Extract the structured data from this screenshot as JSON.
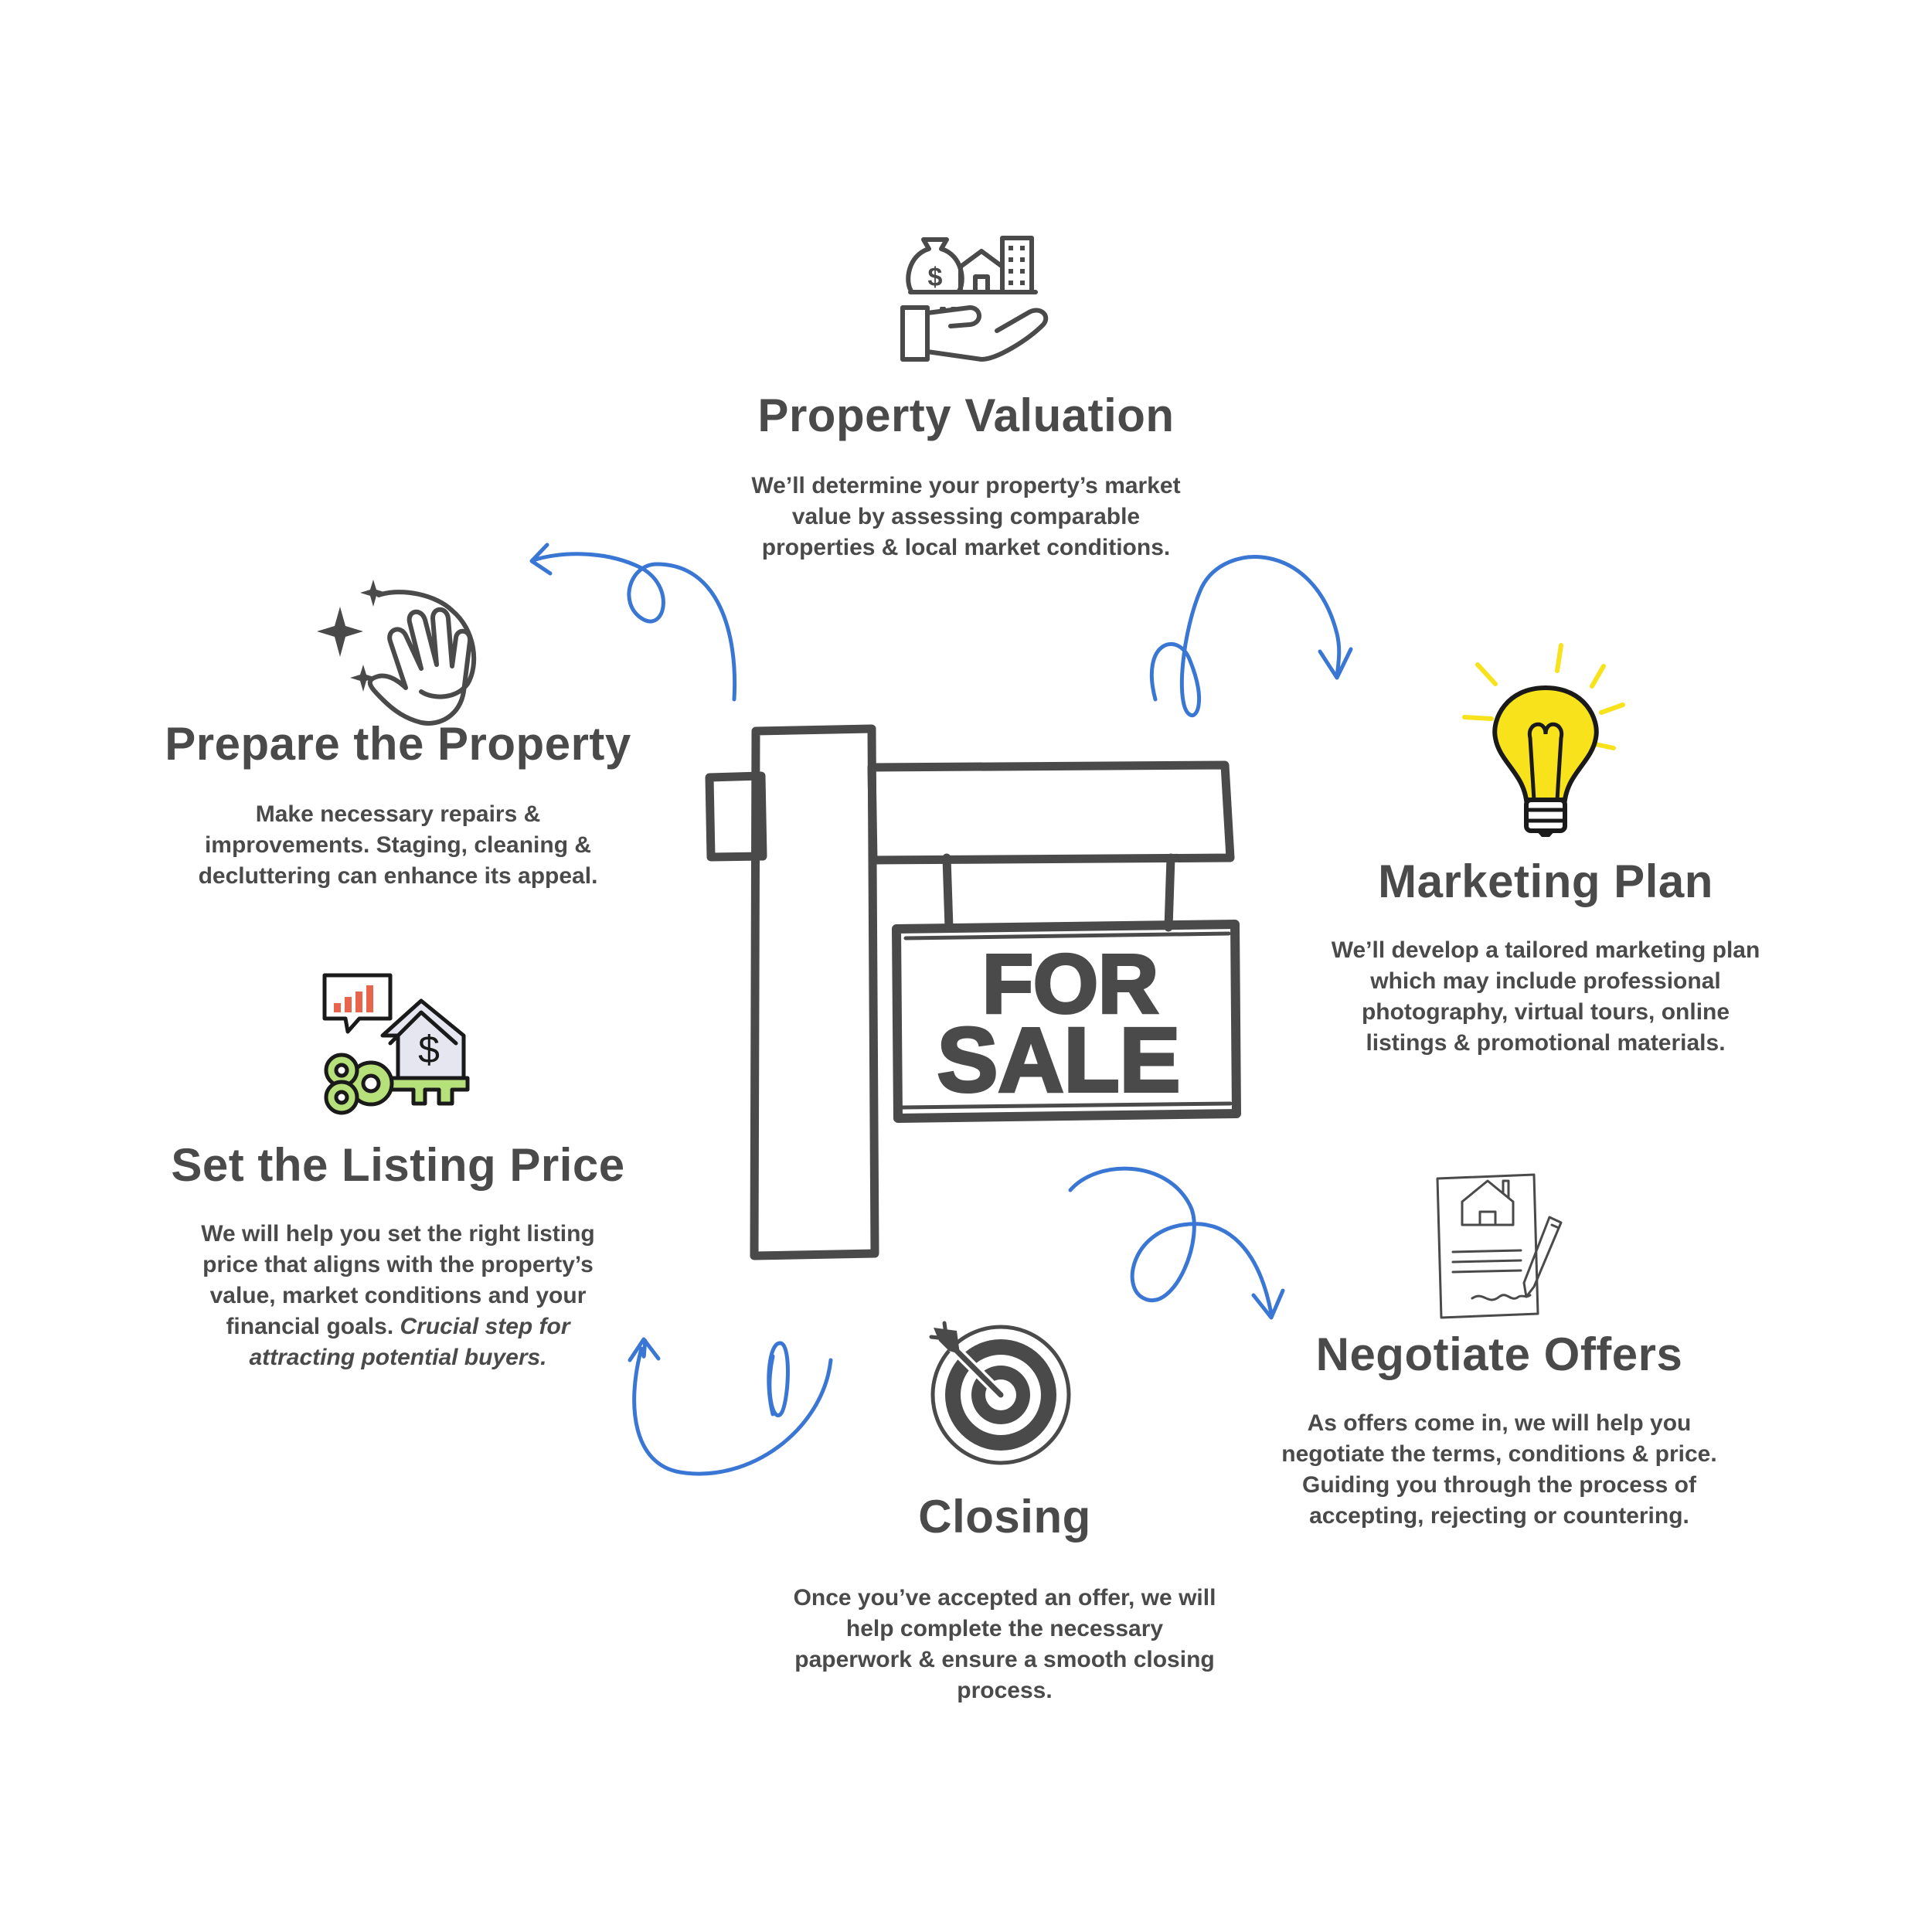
{
  "sign": {
    "line1": "FOR",
    "line2": "SALE"
  },
  "steps": {
    "valuation": {
      "title": "Property Valuation",
      "lines": [
        "We’ll determine your property’s market",
        "value by assessing comparable",
        "properties & local market conditions."
      ],
      "icon": "hand-holding-property-icon"
    },
    "prepare": {
      "title": "Prepare the Property",
      "lines": [
        "Make necessary repairs &",
        "improvements. Staging, cleaning &",
        "decluttering can enhance its appeal."
      ],
      "icon": "cleaning-hand-sparkle-icon"
    },
    "price": {
      "title": "Set the Listing Price",
      "lines": [
        "We will help you set the right listing",
        "price that aligns with the property’s",
        "value, market conditions and your"
      ],
      "line4": "financial goals. ",
      "line4_em": "Crucial step for",
      "line5_em": "attracting potential buyers.",
      "icon": "house-price-key-icon"
    },
    "marketing": {
      "title": "Marketing Plan",
      "lines": [
        "We’ll develop a tailored marketing plan",
        "which may include professional",
        "photography, virtual tours, online",
        "listings & promotional materials."
      ],
      "icon": "lightbulb-icon"
    },
    "negotiate": {
      "title": "Negotiate Offers",
      "lines": [
        "As offers come in, we will help you",
        "negotiate the terms, conditions & price.",
        "Guiding you through the process of",
        "accepting, rejecting or countering."
      ],
      "icon": "contract-pen-icon"
    },
    "closing": {
      "title": "Closing",
      "lines": [
        "Once you’ve accepted an offer, we will",
        "help complete the necessary",
        "paperwork & ensure a smooth closing",
        "process."
      ],
      "icon": "target-arrow-icon"
    }
  },
  "colors": {
    "text": "#4a4a4a",
    "arrow": "#3a77d4",
    "bulb": "#f7e21b",
    "chart_red": "#e8644a",
    "key_green": "#b6e07a",
    "house_fill": "#e6e6f0"
  }
}
